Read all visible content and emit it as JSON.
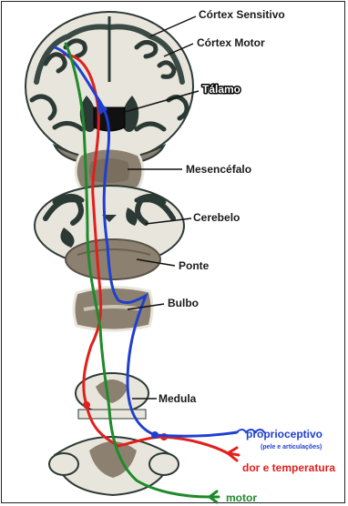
{
  "labels": {
    "cortex_sensitivo": "Córtex Sensitivo",
    "cortex_motor": "Córtex Motor",
    "talamo": "Tálamo",
    "mesencefalo": "Mesencéfalo",
    "cerebelo": "Cerebelo",
    "ponte": "Ponte",
    "bulbo": "Bulbo",
    "medula": "Medula",
    "proprioceptivo": "proprioceptivo",
    "proprioceptivo_sub": "(pele e articulações)",
    "dor_temperatura": "dor e temperatura",
    "motor": "motor"
  },
  "colors": {
    "proprioceptive_pathway": "#1f3fd0",
    "pain_temperature_pathway": "#e0201c",
    "motor_pathway": "#1f8a2a",
    "tissue_white": "#e8e6dc",
    "tissue_gray": "#8c8170",
    "tissue_dark": "#2c3a36"
  }
}
